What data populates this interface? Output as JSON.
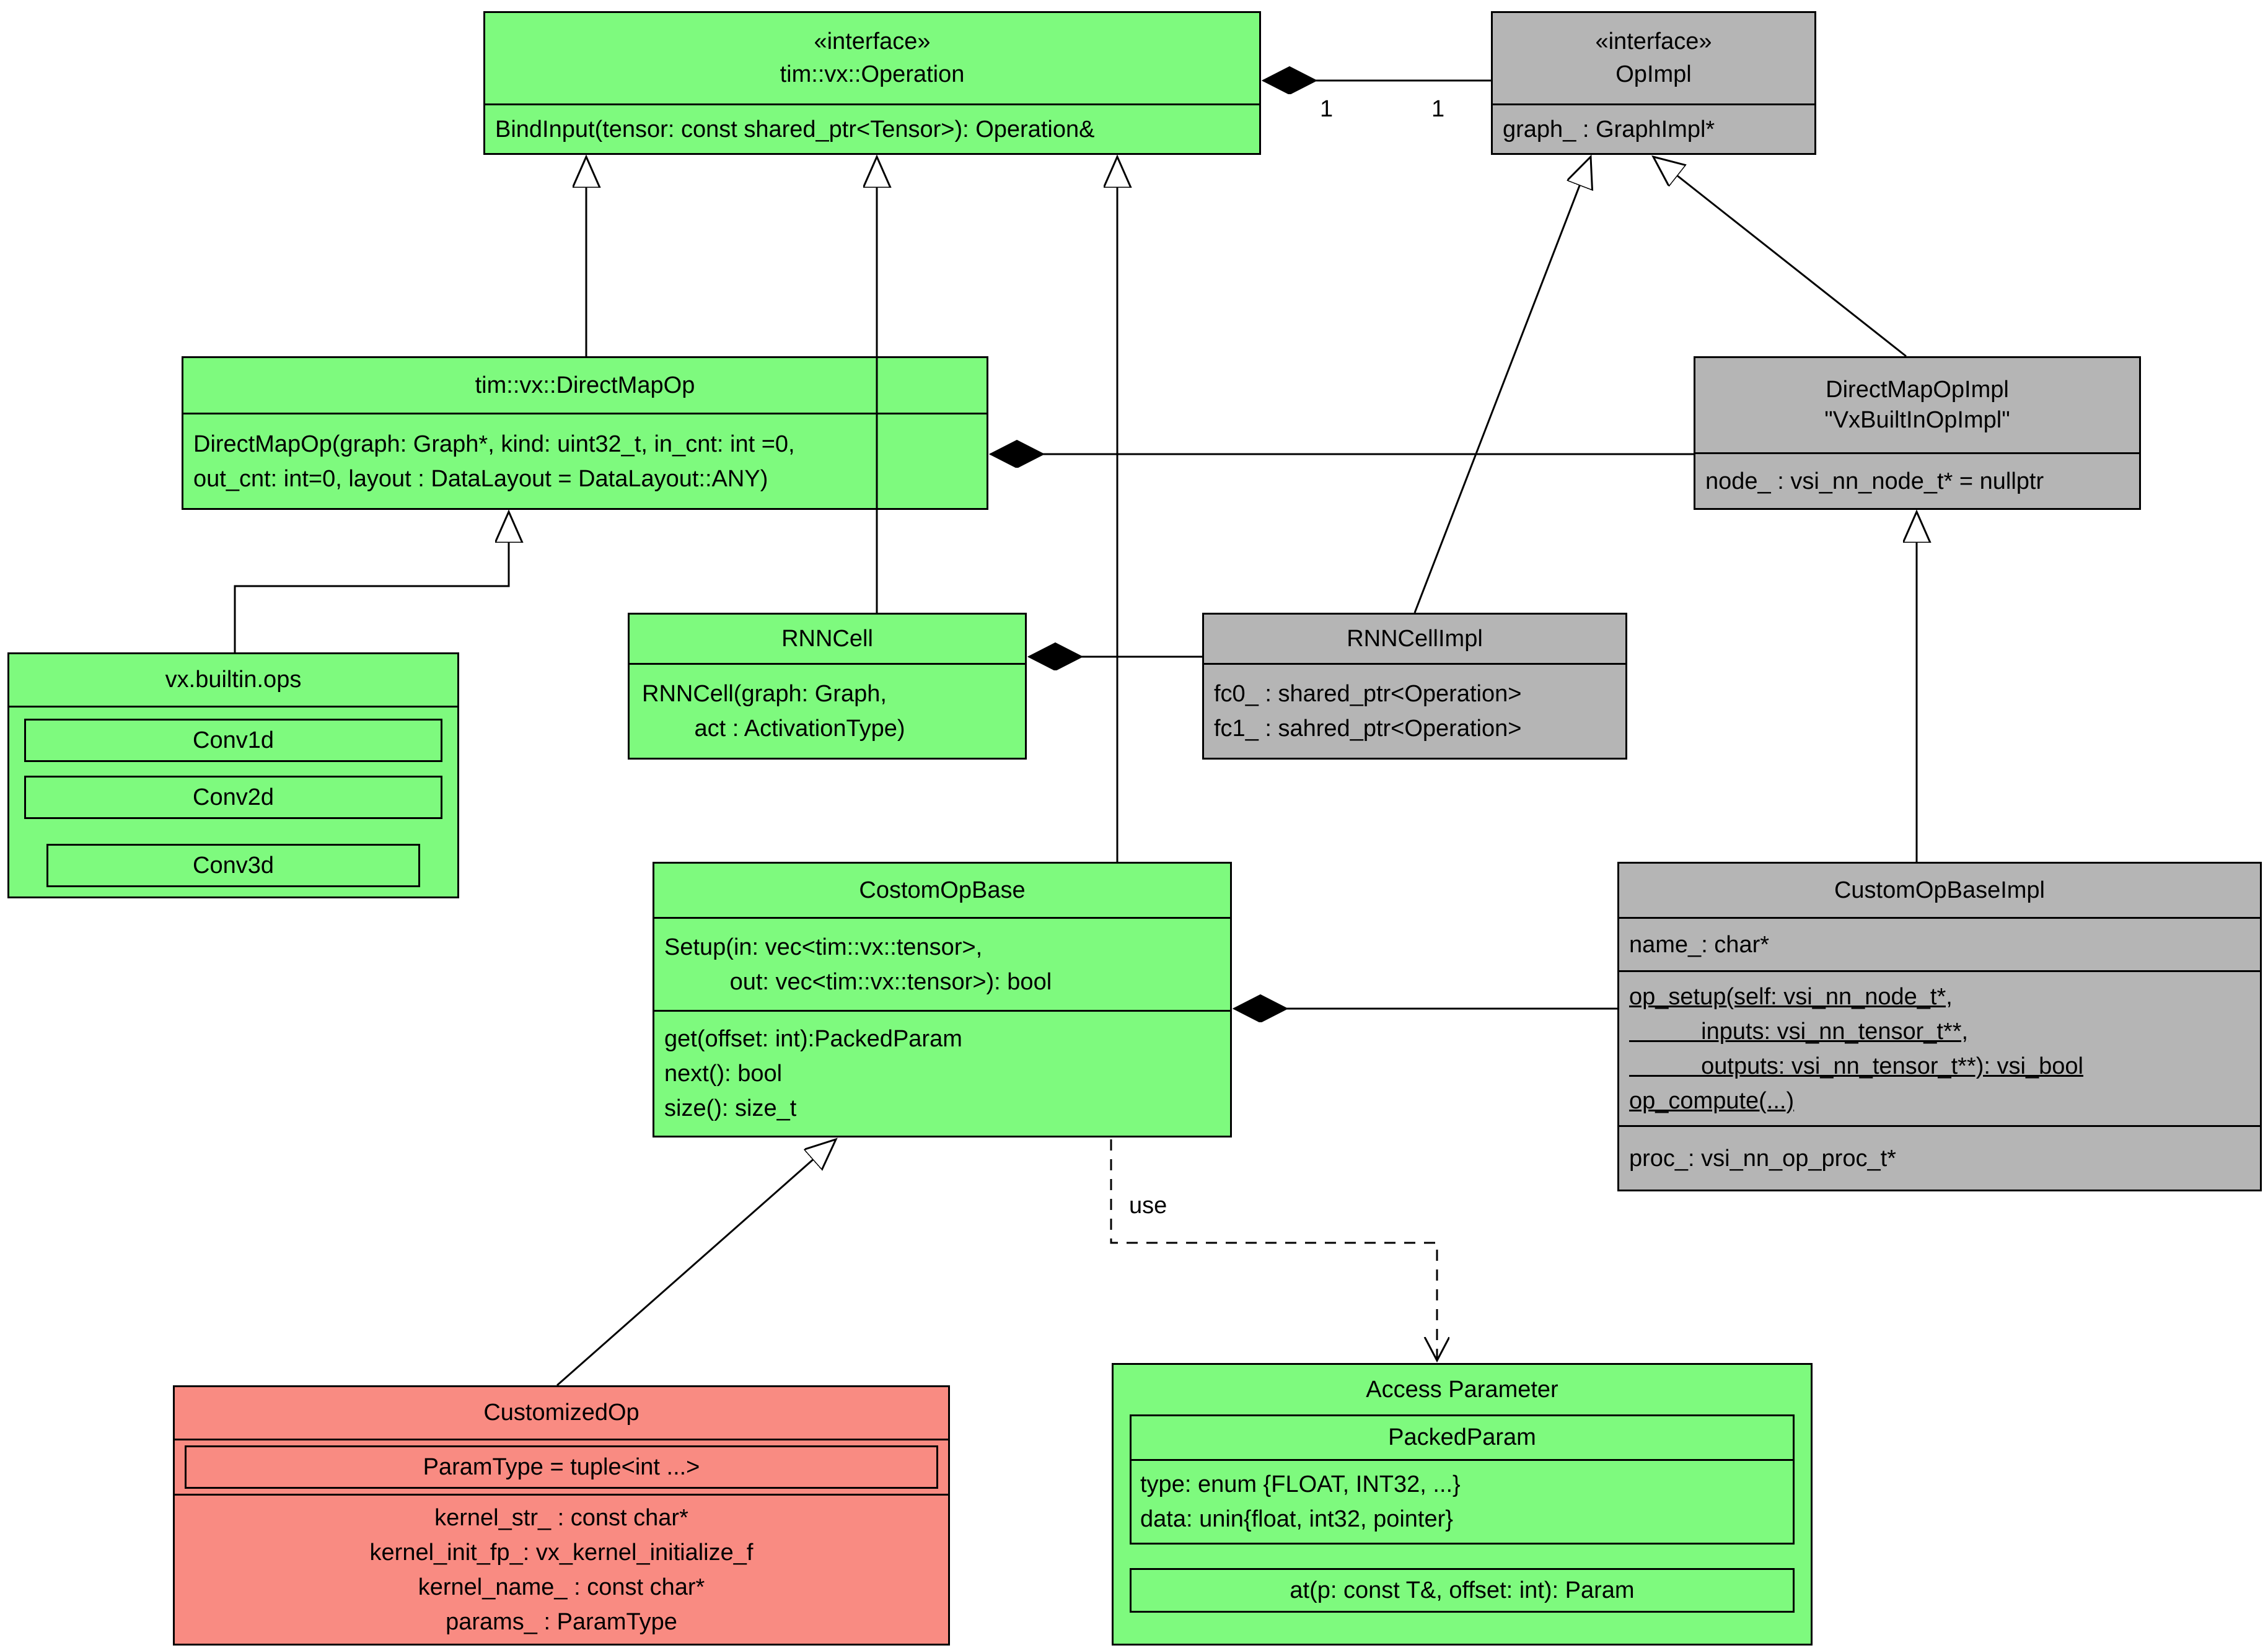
{
  "colors": {
    "green": "#7efa7e",
    "gray": "#b5b5b5",
    "red": "#f98b82",
    "line": "#000000"
  },
  "boxes": {
    "operation": {
      "stereotype": "«interface»",
      "title": "tim::vx::Operation",
      "method": "BindInput(tensor: const shared_ptr<Tensor>): Operation&"
    },
    "opimpl": {
      "stereotype": "«interface»",
      "title": "OpImpl",
      "attr": "graph_ : GraphImpl*"
    },
    "directmapop": {
      "title": "tim::vx::DirectMapOp",
      "ctor1": "DirectMapOp(graph: Graph*, kind: uint32_t, in_cnt: int =0,",
      "ctor2": "out_cnt: int=0, layout : DataLayout = DataLayout::ANY)"
    },
    "directmapopimpl": {
      "title1": "DirectMapOpImpl",
      "title2": "\"VxBuiltInOpImpl\"",
      "attr": "node_ : vsi_nn_node_t* = nullptr"
    },
    "vxbuiltinops": {
      "title": "vx.builtin.ops",
      "items": [
        "Conv1d",
        "Conv2d",
        "Conv3d"
      ]
    },
    "rnncell": {
      "title": "RNNCell",
      "ctor1": "RNNCell(graph: Graph,",
      "ctor2": "        act : ActivationType)"
    },
    "rnncellimpl": {
      "title": "RNNCellImpl",
      "attr1": "fc0_ : shared_ptr<Operation>",
      "attr2": "fc1_ : sahred_ptr<Operation>"
    },
    "costomopbase": {
      "title": "CostomOpBase",
      "setup1": "Setup(in: vec<tim::vx::tensor>,",
      "setup2": "          out: vec<tim::vx::tensor>): bool",
      "m1": "get(offset: int):PackedParam",
      "m2": "next(): bool",
      "m3": "size(): size_t"
    },
    "customopbaseimpl": {
      "title": "CustomOpBaseImpl",
      "attr_name": "name_: char*",
      "op_setup1": "op_setup(self: vsi_nn_node_t*,",
      "op_setup2": "           inputs: vsi_nn_tensor_t**,",
      "op_setup3": "           outputs: vsi_nn_tensor_t**): vsi_bool",
      "op_compute": "op_compute(...)",
      "attr_proc": "proc_: vsi_nn_op_proc_t*"
    },
    "customizedop": {
      "title": "CustomizedOp",
      "param_type": "ParamType = tuple<int ...>",
      "f1": "kernel_str_ : const char*",
      "f2": "kernel_init_fp_: vx_kernel_initialize_f",
      "f3": "kernel_name_ : const char*",
      "f4": "params_ : ParamType"
    },
    "accessparameter": {
      "title": "Access Parameter",
      "packed_title": "PackedParam",
      "packed1": "type: enum {FLOAT, INT32, ...}",
      "packed2": "data: unin{float, int32, pointer}",
      "at_method": "at(p: const T&, offset: int): Param"
    }
  },
  "labels": {
    "mult_left": "1",
    "mult_right": "1",
    "use": "use"
  }
}
